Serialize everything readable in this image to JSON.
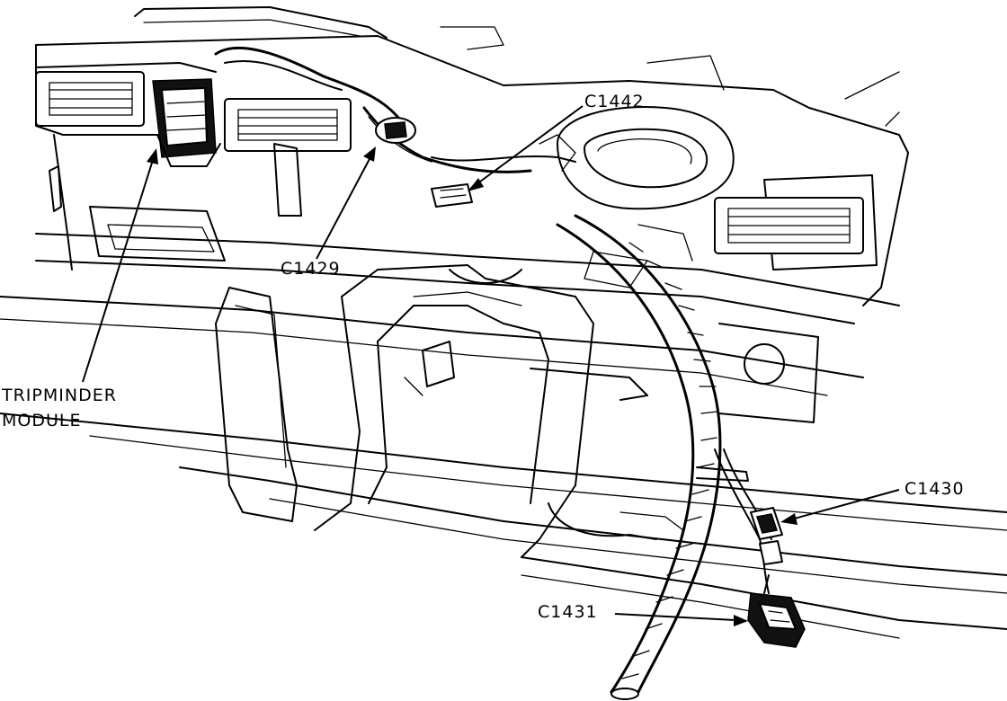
{
  "labels": {
    "c1442": "C1442",
    "c1429": "C1429",
    "tripminder_line1": "TRIPMINDER",
    "tripminder_line2": "MODULE",
    "c1430": "C1430",
    "c1431": "C1431"
  }
}
